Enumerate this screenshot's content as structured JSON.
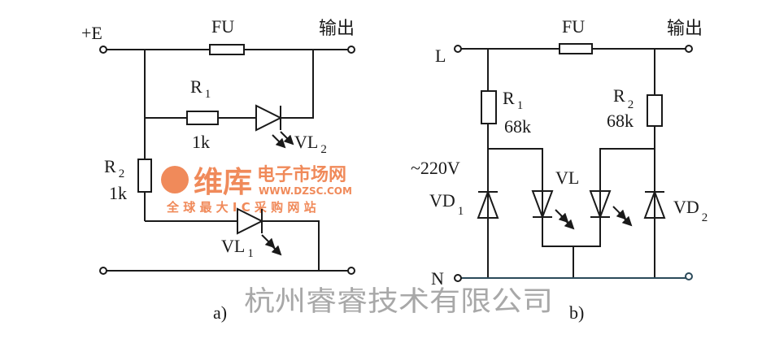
{
  "diagram_a": {
    "supply_label": "+E",
    "fuse_label": "FU",
    "output_label": "输出",
    "r1": {
      "name": "R",
      "sub": "1",
      "value": "1k"
    },
    "r2": {
      "name": "R",
      "sub": "2",
      "value": "1k"
    },
    "vl2": {
      "name": "VL",
      "sub": "2"
    },
    "vl1": {
      "name": "VL",
      "sub": "1"
    },
    "caption": "a)"
  },
  "diagram_b": {
    "line_label": "L",
    "neutral_label": "N",
    "fuse_label": "FU",
    "output_label": "输出",
    "voltage_label": "~220V",
    "r1": {
      "name": "R",
      "sub": "1",
      "value": "68k"
    },
    "r2": {
      "name": "R",
      "sub": "2",
      "value": "68k"
    },
    "vd1": {
      "name": "VD",
      "sub": "1"
    },
    "vd2": {
      "name": "VD",
      "sub": "2"
    },
    "vl": {
      "name": "VL"
    },
    "caption": "b)"
  },
  "watermark": {
    "company": "杭州睿睿技术有限公司",
    "logo_text": "维库",
    "logo_sub": "电子市场网",
    "url": "WWW.DZSC.COM",
    "slogan": "全 球 最 大 I C 采 购 网 站",
    "color": "#f08a5a"
  }
}
